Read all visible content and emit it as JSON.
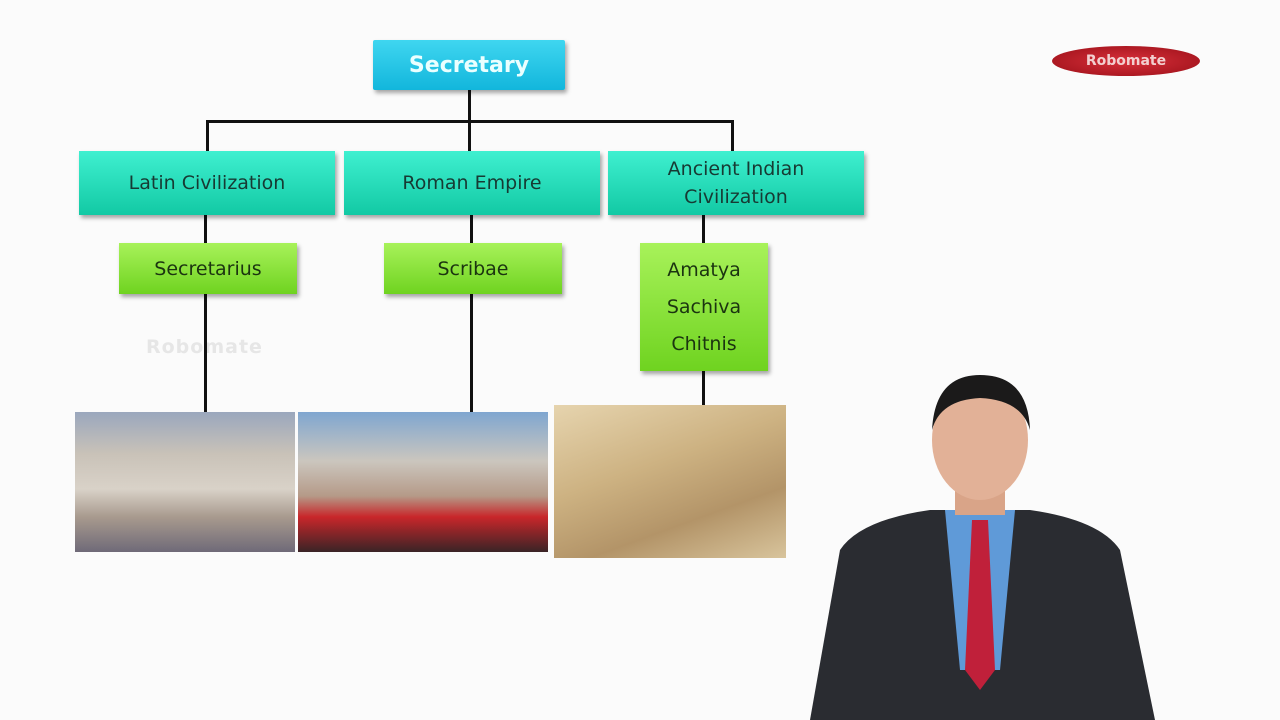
{
  "logo": {
    "text": "Robomate",
    "color": "#b3151f"
  },
  "watermark": "Robomate",
  "diagram": {
    "root": "Secretary",
    "branches": [
      {
        "label": "Latin Civilization",
        "terms": [
          "Secretarius"
        ]
      },
      {
        "label": "Roman Empire",
        "terms": [
          "Scribae"
        ]
      },
      {
        "label": "Ancient Indian Civilization",
        "terms": [
          "Amatya",
          "Sachiva",
          "Chitnis"
        ]
      }
    ]
  },
  "colors": {
    "root": "#1cc0e2",
    "category": "#20d8b4",
    "term": "#86e038"
  }
}
